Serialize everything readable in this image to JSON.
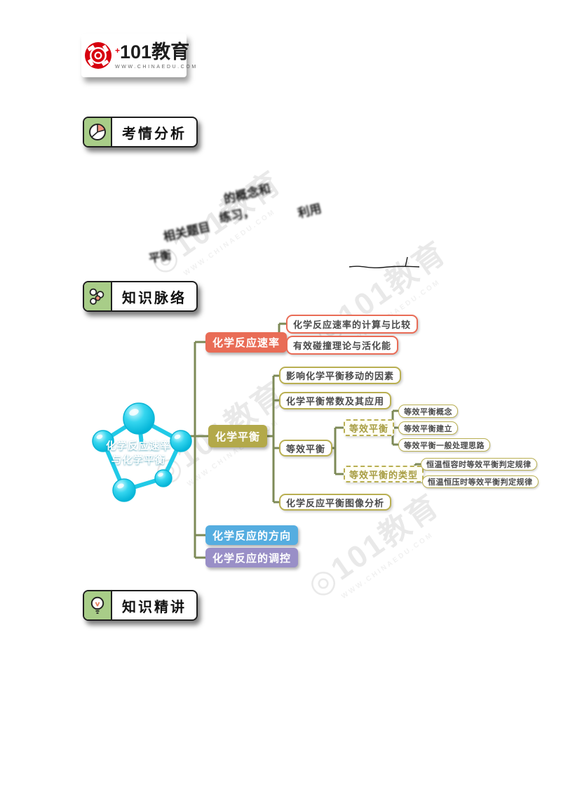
{
  "logo": {
    "brand_number_name": "101教育",
    "plus": "+",
    "site": "WWW.CHINAEDU.COM"
  },
  "sections": {
    "exam_analysis": "考情分析",
    "knowledge_network": "知识脉络",
    "knowledge_lecture": "知识精讲"
  },
  "exam_blur": {
    "fragments": [
      "的概念和",
      "练习，",
      "利用",
      "相关题目",
      "平衡"
    ]
  },
  "watermark": {
    "text": "◎101教育",
    "site": "WWW.CHINAEDU.COM"
  },
  "mindmap": {
    "root": {
      "line1": "化学反应速率",
      "line2": "与化学平衡"
    },
    "colors": {
      "rate": "#E96C56",
      "balance": "#B3A94A",
      "direction": "#55ADE0",
      "control": "#998FC7",
      "connector": "#7D8A57",
      "molecule": "#0EC6E6"
    },
    "branches": [
      {
        "label": "化学反应速率",
        "children": [
          "化学反应速率的计算与比较",
          "有效碰撞理论与活化能"
        ]
      },
      {
        "label": "化学平衡",
        "children": [
          "影响化学平衡移动的因素",
          "化学平衡常数及其应用",
          "等效平衡",
          "化学反应平衡图像分析"
        ],
        "equivalent": {
          "label": "等效平衡",
          "children": [
            "等效平衡概念",
            "等效平衡建立",
            "等效平衡一般处理思路"
          ]
        },
        "types": {
          "label": "等效平衡的类型",
          "children": [
            "恒温恒容时等效平衡判定规律",
            "恒温恒压时等效平衡判定规律"
          ]
        }
      },
      {
        "label": "化学反应的方向"
      },
      {
        "label": "化学反应的调控"
      }
    ]
  }
}
